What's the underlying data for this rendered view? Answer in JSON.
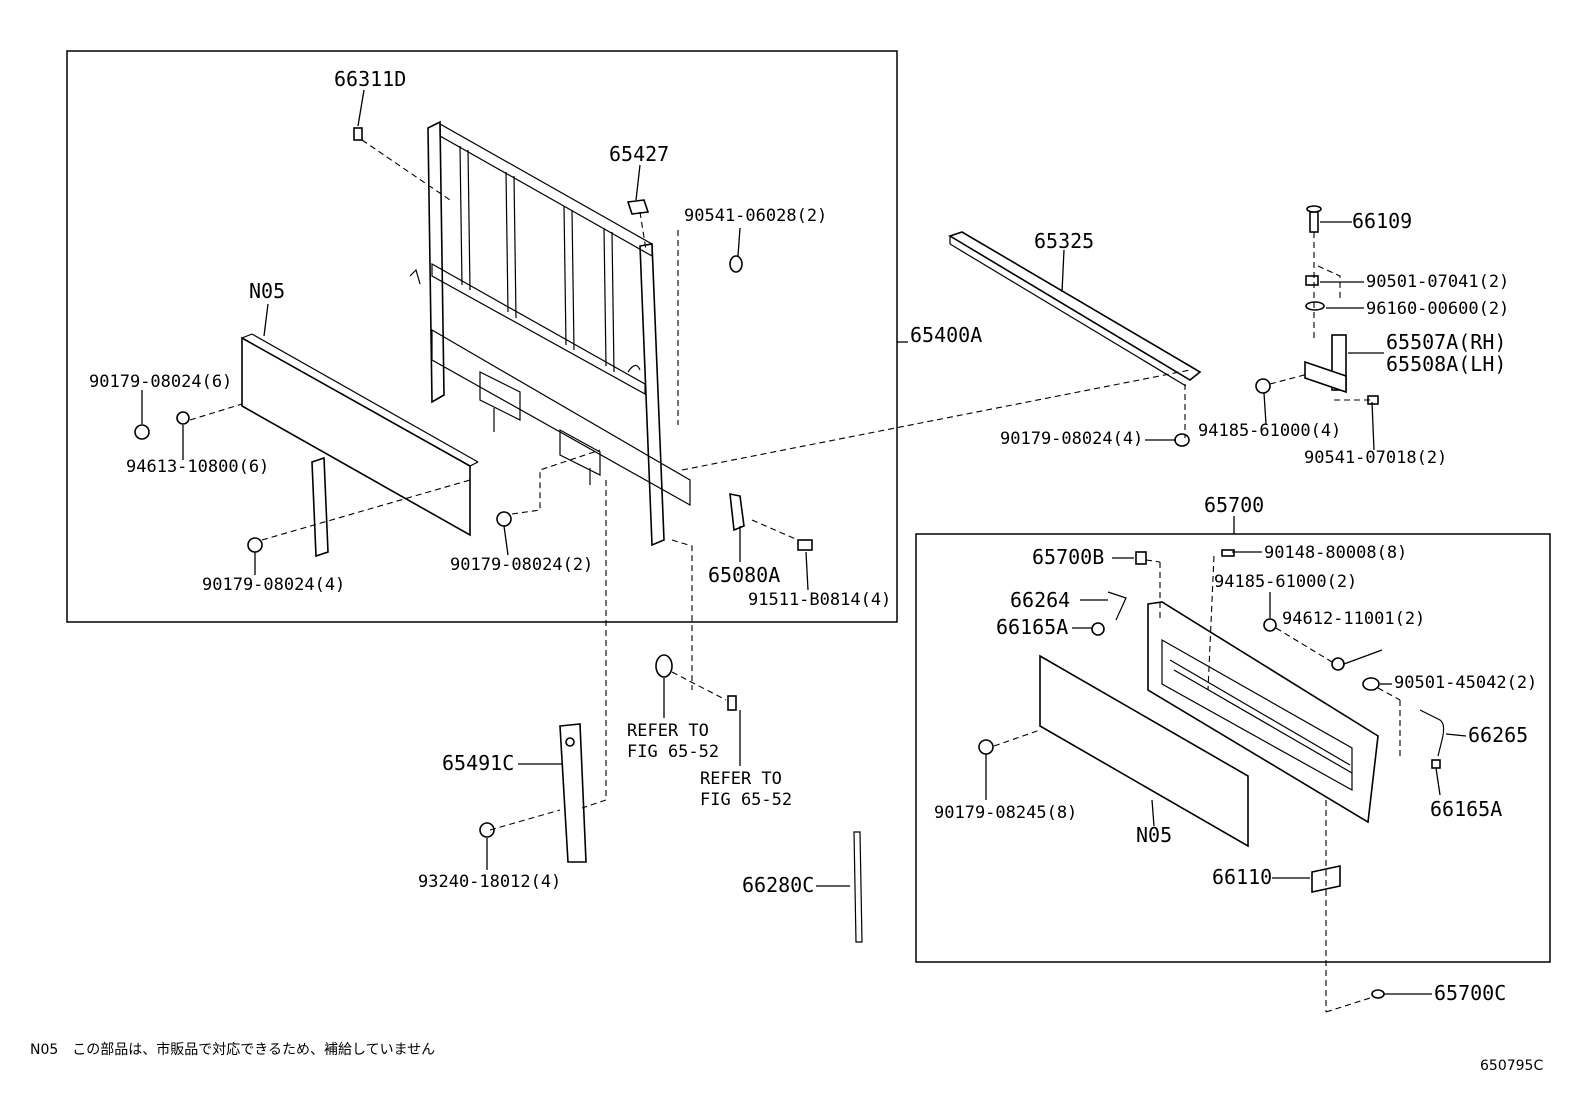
{
  "labels": {
    "p66311D": "66311D",
    "p65427": "65427",
    "p90541_06028": "90541-06028(2)",
    "pN05_a": "N05",
    "p65400A": "65400A",
    "p90179_08024_6": "90179-08024(6)",
    "p94613_10800": "94613-10800(6)",
    "p90179_08024_4a": "90179-08024(4)",
    "p90179_08024_2": "90179-08024(2)",
    "p65080A": "65080A",
    "p91511_B0814": "91511-B0814(4)",
    "p65325": "65325",
    "p66109": "66109",
    "p90501_07041": "90501-07041(2)",
    "p96160_00600": "96160-00600(2)",
    "p65507A": "65507A(RH)",
    "p65508A": "65508A(LH)",
    "p90179_08024_4b": "90179-08024(4)",
    "p94185_61000_4": "94185-61000(4)",
    "p90541_07018": "90541-07018(2)",
    "p65700": "65700",
    "p65700B": "65700B",
    "p90148_80008": "90148-80008(8)",
    "p94185_61000_2": "94185-61000(2)",
    "p66264": "66264",
    "p94612_11001": "94612-11001(2)",
    "p66165A_a": "66165A",
    "p90501_45042": "90501-45042(2)",
    "p66265": "66265",
    "p66165A_b": "66165A",
    "p90179_08245": "90179-08245(8)",
    "pN05_b": "N05",
    "p66110": "66110",
    "p65700C": "65700C",
    "p65491C": "65491C",
    "p93240_18012": "93240-18012(4)",
    "p66280C": "66280C",
    "refer1_a": "REFER TO",
    "refer1_b": "FIG 65-52",
    "refer2_a": "REFER TO",
    "refer2_b": "FIG 65-52"
  },
  "footnote": "N05　この部品は、市販品で対応できるため、補給していません",
  "figure_id": "650795C"
}
